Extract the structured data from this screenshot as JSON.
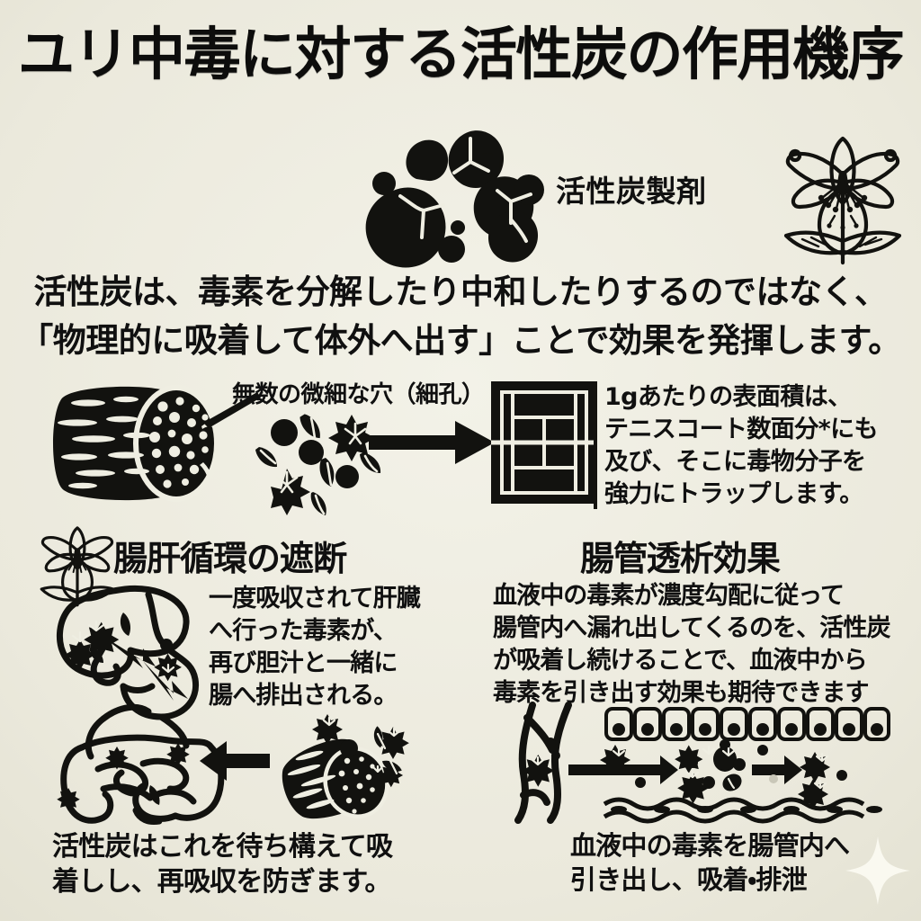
{
  "meta": {
    "background_color": "#efeee2",
    "ink_color": "#12120f",
    "language": "ja"
  },
  "title": "ユリ中毒に対する活性炭の作用機序",
  "top_section": {
    "charcoal_label": "活性炭製剤",
    "charcoal_icon": "charcoal-granules-icon",
    "lily_icon": "lily-flower-icon"
  },
  "lead_paragraph": "活性炭は、毒素を分解したり中和したりするのではなく、\n「物理的に吸着して体外へ出す」ことで効果を発揮します。",
  "middle_section": {
    "pore_callout": "無数の微細な穴（細孔）",
    "charcoal_cylinder_icon": "porous-charcoal-cylinder-icon",
    "toxin_particles_icon": "lily-toxin-particles-icon",
    "arrow_icon": "right-arrow-icon",
    "tennis_court_icon": "tennis-court-icon",
    "surface_area_text": "1gあたりの表面積は、\nテニスコート数面分*にも\n及び、そこに毒物分子を\n強力にトラップします。"
  },
  "section_left": {
    "heading": "腸肝循環の遮断",
    "body": "一度吸収されて肝臓\nへ行った毒素が、\n再び胆汁と一緒に\n腸へ排出される。",
    "caption": "活性炭はこれを待ち構えて吸\n着しし、再吸収を防ぎます。",
    "icons": {
      "lily": "lily-flower-icon",
      "digestive": "liver-stomach-intestine-icon",
      "charcoal": "charcoal-cylinder-icon",
      "arrow": "left-arrow-icon"
    }
  },
  "section_right": {
    "heading": "腸管透析効果",
    "body": "血液中の毒素が濃度勾配に従って\n腸管内へ漏れ出してくるのを、活性炭\nが吸着し続けることで、血液中から\n毒素を引き出す効果も期待できます",
    "caption": "血液中の毒素を腸管内へ\n引き出し、吸着・排泄",
    "icons": {
      "blood_vessel": "blood-vessel-icon",
      "epithelium": "intestinal-epithelium-cells-icon",
      "toxins": "toxin-molecules-icon",
      "arrow_1": "right-arrow-icon",
      "arrow_2": "right-arrow-icon",
      "membrane": "wavy-membrane-icon"
    }
  },
  "decor": {
    "sparkle": "sparkle-icon"
  }
}
